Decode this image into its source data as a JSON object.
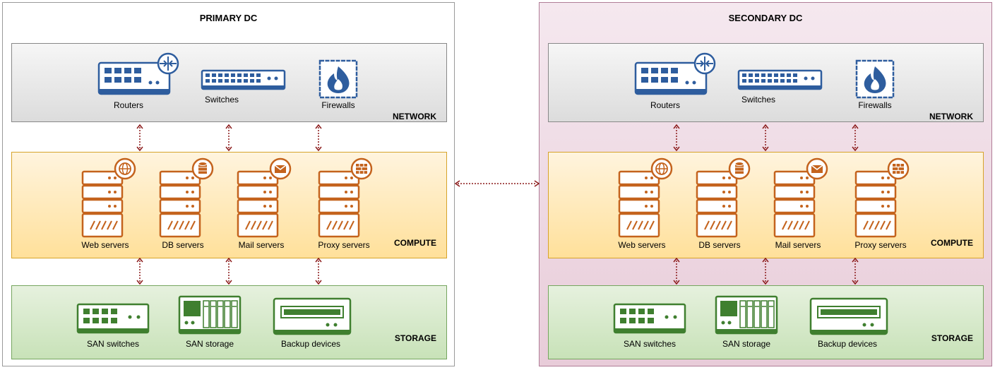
{
  "datacenters": [
    {
      "title": "PRIMARY DC",
      "network": {
        "label": "NETWORK",
        "routers": "Routers",
        "switches": "Switches",
        "firewalls": "Firewalls"
      },
      "compute": {
        "label": "COMPUTE",
        "web": "Web servers",
        "db": "DB servers",
        "mail": "Mail servers",
        "proxy": "Proxy servers"
      },
      "storage": {
        "label": "STORAGE",
        "san_switches": "SAN switches",
        "san_storage": "SAN storage",
        "backup": "Backup devices"
      }
    },
    {
      "title": "SECONDARY DC",
      "network": {
        "label": "NETWORK",
        "routers": "Routers",
        "switches": "Switches",
        "firewalls": "Firewalls"
      },
      "compute": {
        "label": "COMPUTE",
        "web": "Web servers",
        "db": "DB servers",
        "mail": "Mail servers",
        "proxy": "Proxy servers"
      },
      "storage": {
        "label": "STORAGE",
        "san_switches": "SAN switches",
        "san_storage": "SAN storage",
        "backup": "Backup devices"
      }
    }
  ],
  "colors": {
    "network_icon": "#2e5d9e",
    "compute_icon": "#c4631d",
    "storage_icon": "#3f7f2f",
    "link": "#8b1a1a",
    "secondary_bg": "#f5e8ef"
  },
  "icons": {
    "router": "router-icon",
    "switch": "network-switch-icon",
    "firewall": "firewall-icon",
    "web": "web-server-icon",
    "db": "database-server-icon",
    "mail": "mail-server-icon",
    "proxy": "proxy-server-icon",
    "san_switch": "san-switch-icon",
    "san_storage": "san-storage-icon",
    "backup": "backup-device-icon"
  }
}
